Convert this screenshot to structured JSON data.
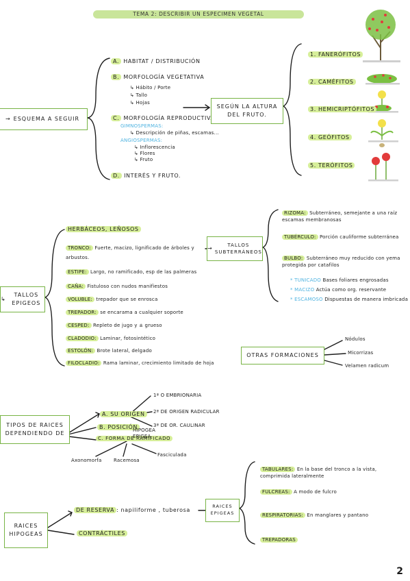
{
  "title": "TEMA 2: DESCRIBIR UN ESPECIMEN VEGETAL",
  "page_number": "2",
  "section1": {
    "root": "ESQUEMA A SEGUIR",
    "a": "HABITAT / DISTRIBUCIÓN",
    "b": "MORFOLOGÍA VEGETATIVA",
    "b_items": [
      "Hábito / Porte",
      "Tallo",
      "Hojas"
    ],
    "c": "MORFOLOGÍA REPRODUCTIVA",
    "gimno": "GIMNOSPERMAS:",
    "gimno_desc": "Descripción de piñas, escamas...",
    "angio": "ANGIOSPERMAS:",
    "angio_items": [
      "Inflorescencia",
      "Flores",
      "Fruto"
    ],
    "d": "INTERÉS Y FRUTO.",
    "altura": "SEGÚN LA ALTURA DEL FRUTO.",
    "forms": [
      "1. FANERÓFITOS",
      "2. CAMÉFITOS",
      "3. HEMICRIPTÓFITOS",
      "4. GEÓFITOS",
      "5. TERÓFITOS"
    ]
  },
  "section2": {
    "epigeos": "TALLOS EPIGEOS",
    "herb": "HERBÁCEOS, LEÑOSOS",
    "items": [
      {
        "label": "TRONCO:",
        "text": "Fuerte, macizo, lignificado de árboles y arbustos."
      },
      {
        "label": "ESTIPE:",
        "text": "Largo, no ramificado, esp de las palmeras"
      },
      {
        "label": "CAÑA:",
        "text": "Fistuloso con nudos manifiestos"
      },
      {
        "label": "VOLUBLE:",
        "text": "trepador que se enrosca"
      },
      {
        "label": "TREPADOR:",
        "text": "se encarama a cualquier soporte"
      },
      {
        "label": "CESPED:",
        "text": "Repleto de jugo y ± grueso"
      },
      {
        "label": "CLADODIO:",
        "text": "Laminar, fotosintético"
      },
      {
        "label": "ESTOLÓN:",
        "text": "Brote lateral, delgado"
      },
      {
        "label": "FILOCLADIO:",
        "text": "Rama laminar, crecimiento limitado de hoja"
      }
    ],
    "subterraneos": "TALLOS SUBTERRÁNEOS",
    "sub_items": [
      {
        "label": "RIZOMA:",
        "text": "Subterráneo, semejante a una raíz escamas membranosas"
      },
      {
        "label": "TUBÉRCULO:",
        "text": "Porción cauliforme subterránea"
      },
      {
        "label": "BULBO:",
        "text": "Subterráneo muy reducido con yema protegida por catafilos"
      }
    ],
    "bulbo_types": [
      {
        "label": "* TUNICADO",
        "text": "Bases foliares engrosadas"
      },
      {
        "label": "* MACIZO",
        "text": "Actúa como org. reservante"
      },
      {
        "label": "* ESCAMOSO",
        "text": "Dispuestas de manera imbricada"
      }
    ],
    "otras": "OTRAS FORMACIONES",
    "otras_items": [
      "Nódulos",
      "Micorrizas",
      "Velamen radicum"
    ]
  },
  "section3": {
    "tipos": "TIPOS DE RAICES DEPENDIENDO DE",
    "a": "A. SU ORIGEN",
    "b": "B. POSICIÓN",
    "c": "C. FORMA DE RAMIFICADO",
    "origen_items": [
      "1ª O EMBRIONARIA",
      "2ª DE ORIGEN RADICULAR",
      "3ª DE OR. CAULINAR"
    ],
    "posicion_items": [
      "HIPOGEA",
      "EPIGEA"
    ],
    "forma_items": [
      "Axonomorfa",
      "Racemosa",
      "Fasciculada"
    ],
    "hipogeas": "RAICES HIPOGEAS",
    "reserva": "DE RESERVA",
    "reserva_text": ": napiliforme , tuberosa",
    "contractiles": "CONTRÁCTILES",
    "epigeas": "RAICES EPIGEAS",
    "epi_items": [
      {
        "label": "TABULARES:",
        "text": "En la base del tronco a la vista, comprimida lateralmente"
      },
      {
        "label": "FULCREAS:",
        "text": "A modo de fulcro"
      },
      {
        "label": "RESPIRATORIAS:",
        "text": "En manglares y pantano"
      },
      {
        "label": "TREPADORAS",
        "text": ""
      }
    ]
  }
}
